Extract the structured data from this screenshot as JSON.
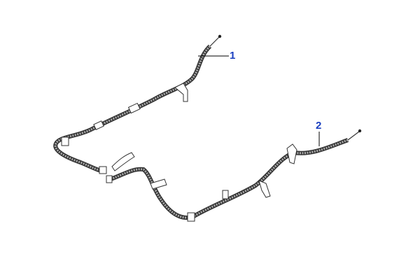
{
  "diagram": {
    "callouts": [
      {
        "number": "1",
        "part": "cable-1"
      },
      {
        "number": "2",
        "part": "cable-2"
      }
    ],
    "colors": {
      "callout": "#1a3fc0",
      "cable": "#3a3a3a",
      "cable_fill": "#9a9a9a",
      "leader": "#000000"
    }
  }
}
